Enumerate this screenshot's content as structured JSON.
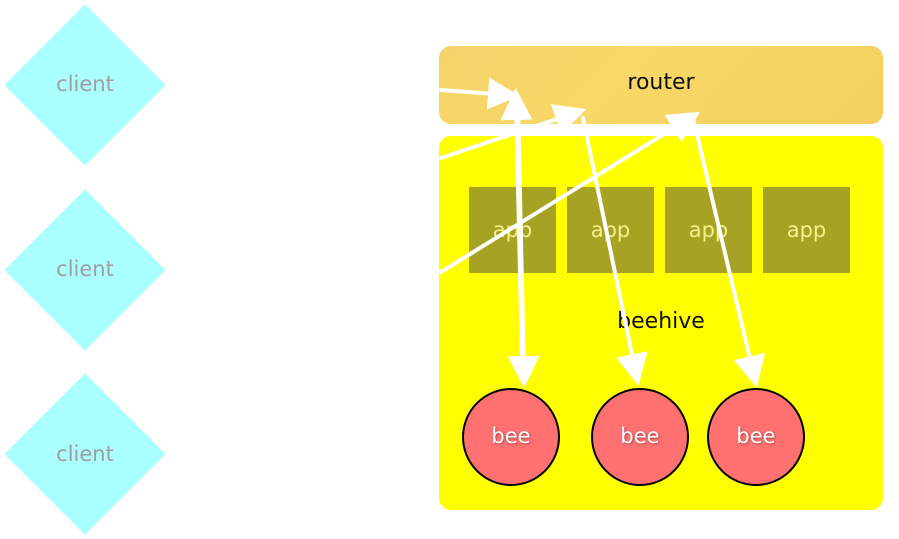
{
  "clients": [
    {
      "label": "client"
    },
    {
      "label": "client"
    },
    {
      "label": "client"
    }
  ],
  "router": {
    "label": "router"
  },
  "beehive": {
    "label": "beehive"
  },
  "apps": [
    {
      "label": "app"
    },
    {
      "label": "app"
    },
    {
      "label": "app"
    },
    {
      "label": "app"
    }
  ],
  "bees": [
    {
      "label": "bee"
    },
    {
      "label": "bee"
    },
    {
      "label": "bee"
    }
  ],
  "colors": {
    "client": "#aaffff",
    "router": "#f5d36a",
    "beehive": "#ffff00",
    "app": "#a6a324",
    "bee": "#ff7171",
    "arrow": "#ffffff"
  }
}
